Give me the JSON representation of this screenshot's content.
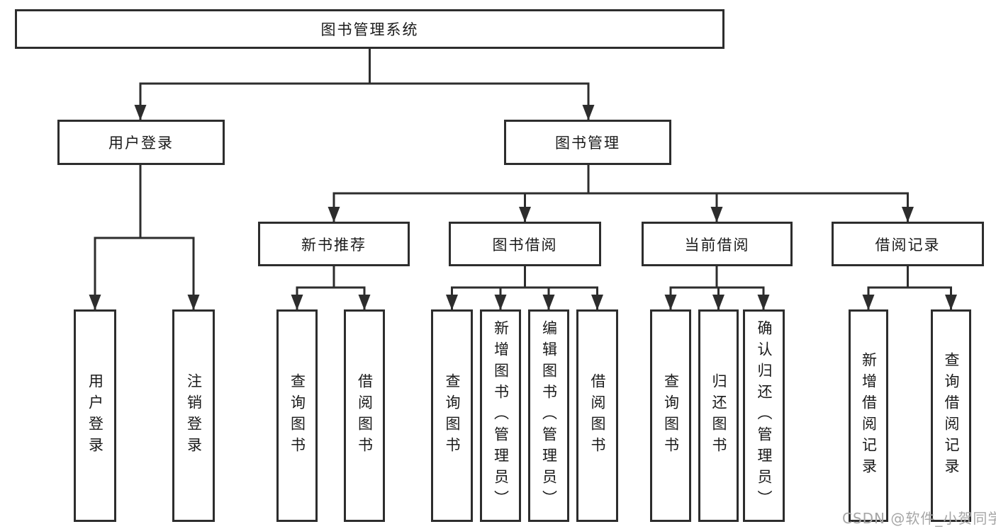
{
  "tree": {
    "root": {
      "label": "图书管理系统"
    },
    "branches": [
      {
        "label": "用户登录",
        "children": [
          {
            "label": "用户登录"
          },
          {
            "label": "注销登录"
          }
        ]
      },
      {
        "label": "图书管理",
        "children": [
          {
            "label": "新书推荐",
            "children": [
              {
                "label": "查询图书"
              },
              {
                "label": "借阅图书"
              }
            ]
          },
          {
            "label": "图书借阅",
            "children": [
              {
                "label": "查询图书"
              },
              {
                "label": "新增图书（管理员）"
              },
              {
                "label": "编辑图书（管理员）"
              },
              {
                "label": "借阅图书"
              }
            ]
          },
          {
            "label": "当前借阅",
            "children": [
              {
                "label": "查询图书"
              },
              {
                "label": "归还图书"
              },
              {
                "label": "确认归还（管理员）"
              }
            ]
          },
          {
            "label": "借阅记录",
            "children": [
              {
                "label": "新增借阅记录"
              },
              {
                "label": "查询借阅记录"
              }
            ]
          }
        ]
      }
    ]
  },
  "watermark": {
    "text": "CSDN @软件_小贺同学"
  },
  "colors": {
    "line": "#2d2d2d",
    "text": "#1a1a1a",
    "watermark": "#a6a6a6",
    "background": "#ffffff"
  }
}
